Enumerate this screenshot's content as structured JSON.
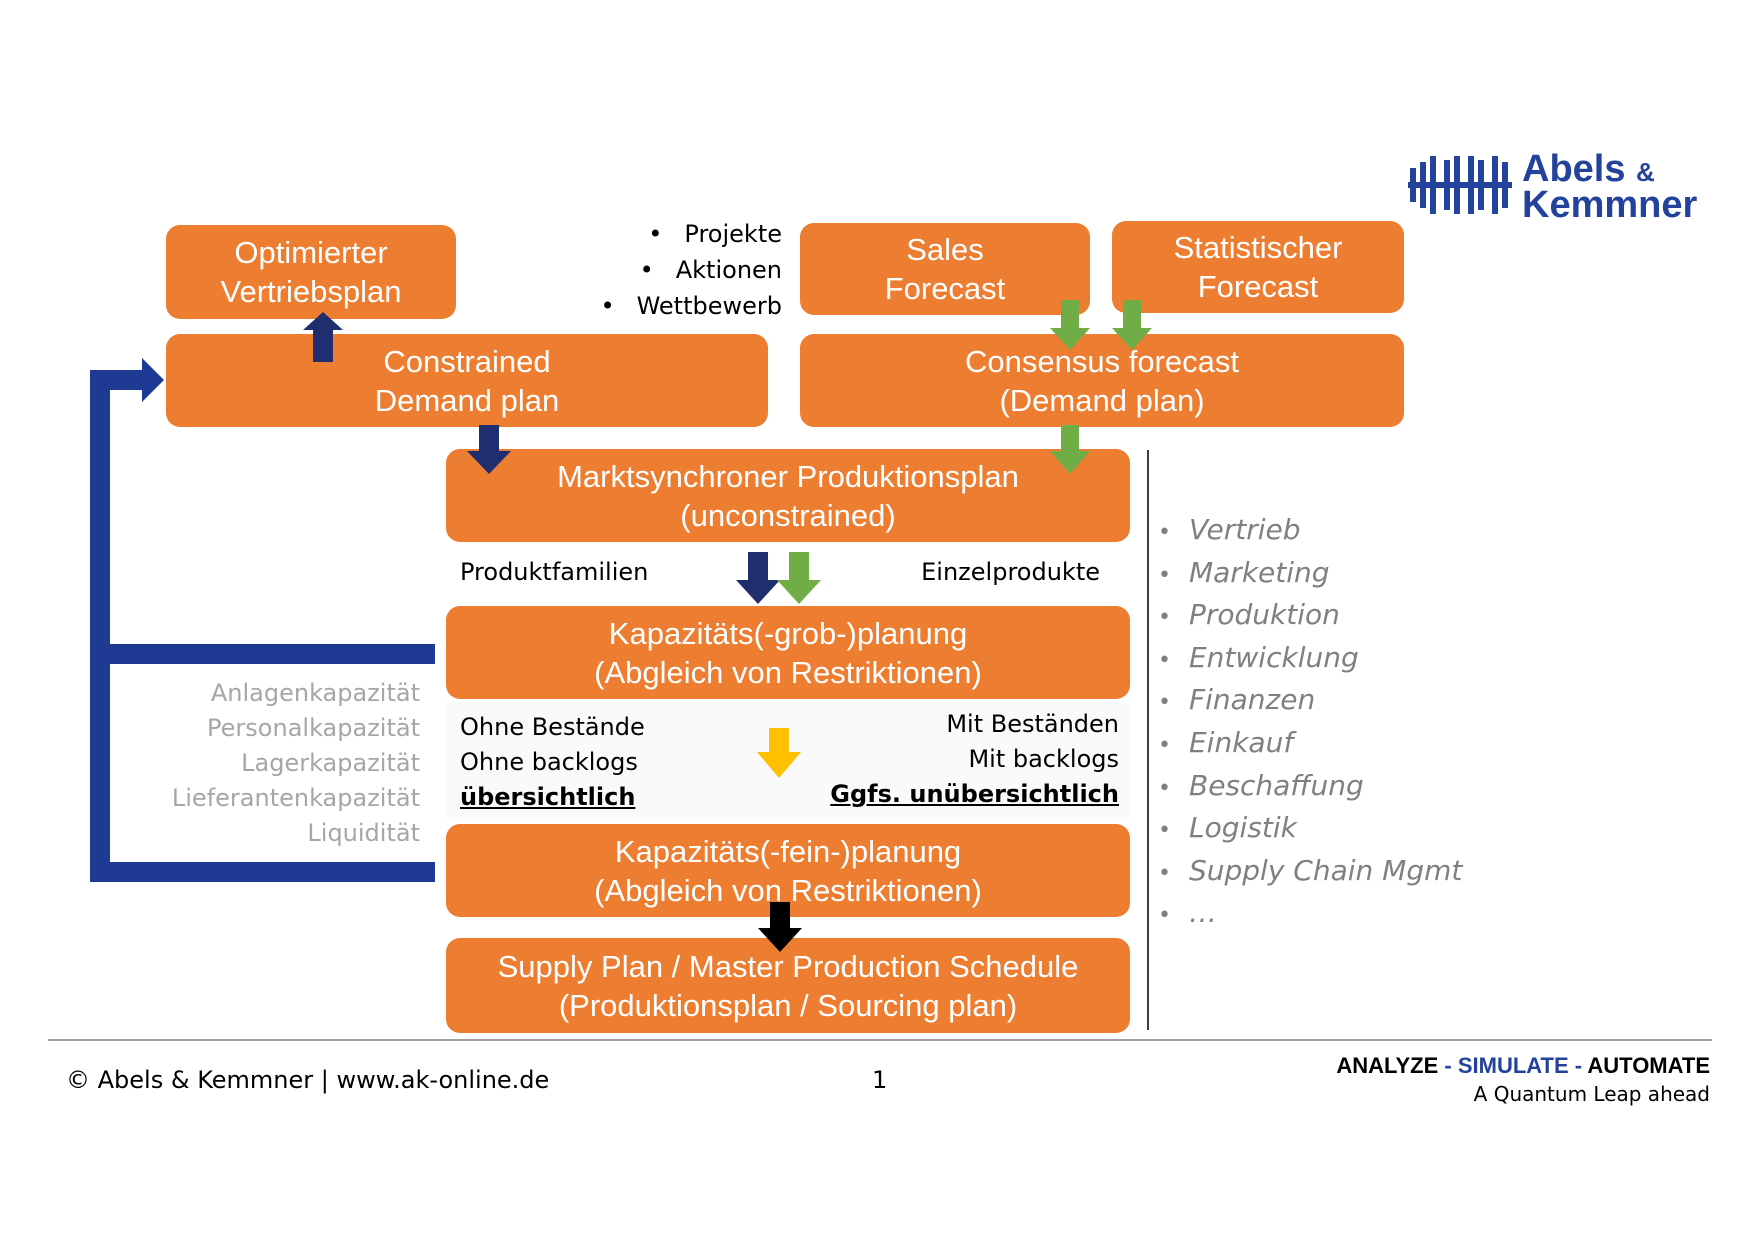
{
  "logo": {
    "line1": "Abels",
    "amp": "&",
    "line2": "Kemmner"
  },
  "boxes": {
    "optimierter": [
      "Optimierter",
      "Vertriebsplan"
    ],
    "sales": [
      "Sales",
      "Forecast"
    ],
    "statistischer": [
      "Statistischer",
      "Forecast"
    ],
    "constrained": [
      "Constrained",
      "Demand plan"
    ],
    "consensus": [
      "Consensus forecast",
      "(Demand plan)"
    ],
    "markt": [
      "Marktsynchroner Produktionsplan",
      "(unconstrained)"
    ],
    "grob": [
      "Kapazitäts(-grob-)planung",
      "(Abgleich von Restriktionen)"
    ],
    "fein": [
      "Kapazitäts(-fein-)planung",
      "(Abgleich von Restriktionen)"
    ],
    "supply": [
      "Supply Plan / Master Production Schedule",
      "(Produktionsplan / Sourcing plan)"
    ]
  },
  "inputs": [
    "Projekte",
    "Aktionen",
    "Wettbewerb"
  ],
  "labels": {
    "produktfamilien": "Produktfamilien",
    "einzelprodukte": "Einzelprodukte",
    "ohne_bestaende": "Ohne Bestände",
    "ohne_backlogs": "Ohne backlogs",
    "uebersichtlich": "übersichtlich",
    "mit_bestaenden": "Mit Beständen",
    "mit_backlogs": "Mit backlogs",
    "unuebersichtlich": "Ggfs. unübersichtlich"
  },
  "capacities": [
    "Anlagenkapazität",
    "Personalkapazität",
    "Lagerkapazität",
    "Lieferantenkapazität",
    "Liquidität"
  ],
  "departments": [
    "Vertrieb",
    "Marketing",
    "Produktion",
    "Entwicklung",
    "Finanzen",
    "Einkauf",
    "Beschaffung",
    "Logistik",
    "Supply Chain Mgmt",
    "…"
  ],
  "footer": {
    "copyright": "© Abels & Kemmner | www.ak-online.de",
    "page": "1",
    "tagline_analyze": "ANALYZE",
    "tagline_sep": " - ",
    "tagline_simulate": "SIMULATE",
    "tagline_automate": "AUTOMATE",
    "subtitle": "A Quantum Leap ahead"
  },
  "colors": {
    "orange": "#ED7D31",
    "navy": "#1F3A93",
    "dark_navy": "#1F2E6E",
    "green": "#70AD47",
    "yellow": "#FFC000",
    "grey_text": "#a6a6a6",
    "logo_blue": "#23429B"
  }
}
